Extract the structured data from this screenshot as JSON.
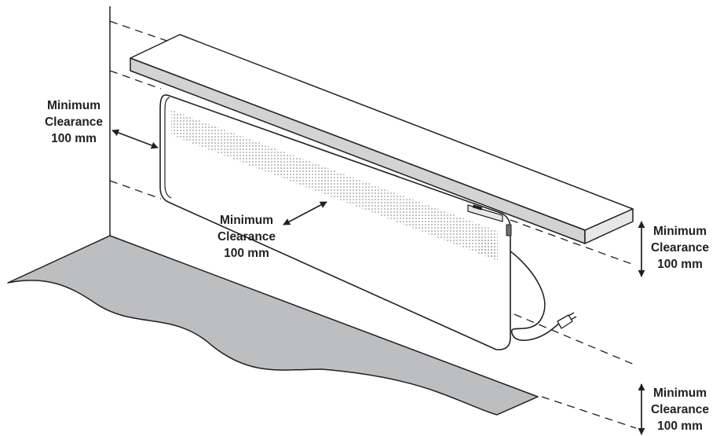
{
  "labels": {
    "wall": [
      "Minimum",
      "Clearance",
      "100 mm"
    ],
    "front": [
      "Minimum",
      "Clearance",
      "100 mm"
    ],
    "shelf": [
      "Minimum",
      "Clearance",
      "100 mm"
    ],
    "floor": [
      "Minimum",
      "Clearance",
      "100 mm"
    ]
  },
  "colors": {
    "line": "#231f20",
    "floor_fill": "#bcbec0",
    "shelf_fill": "#ffffff",
    "shelf_edge_fill": "#d1d3d4",
    "heater_fill": "#ffffff"
  }
}
